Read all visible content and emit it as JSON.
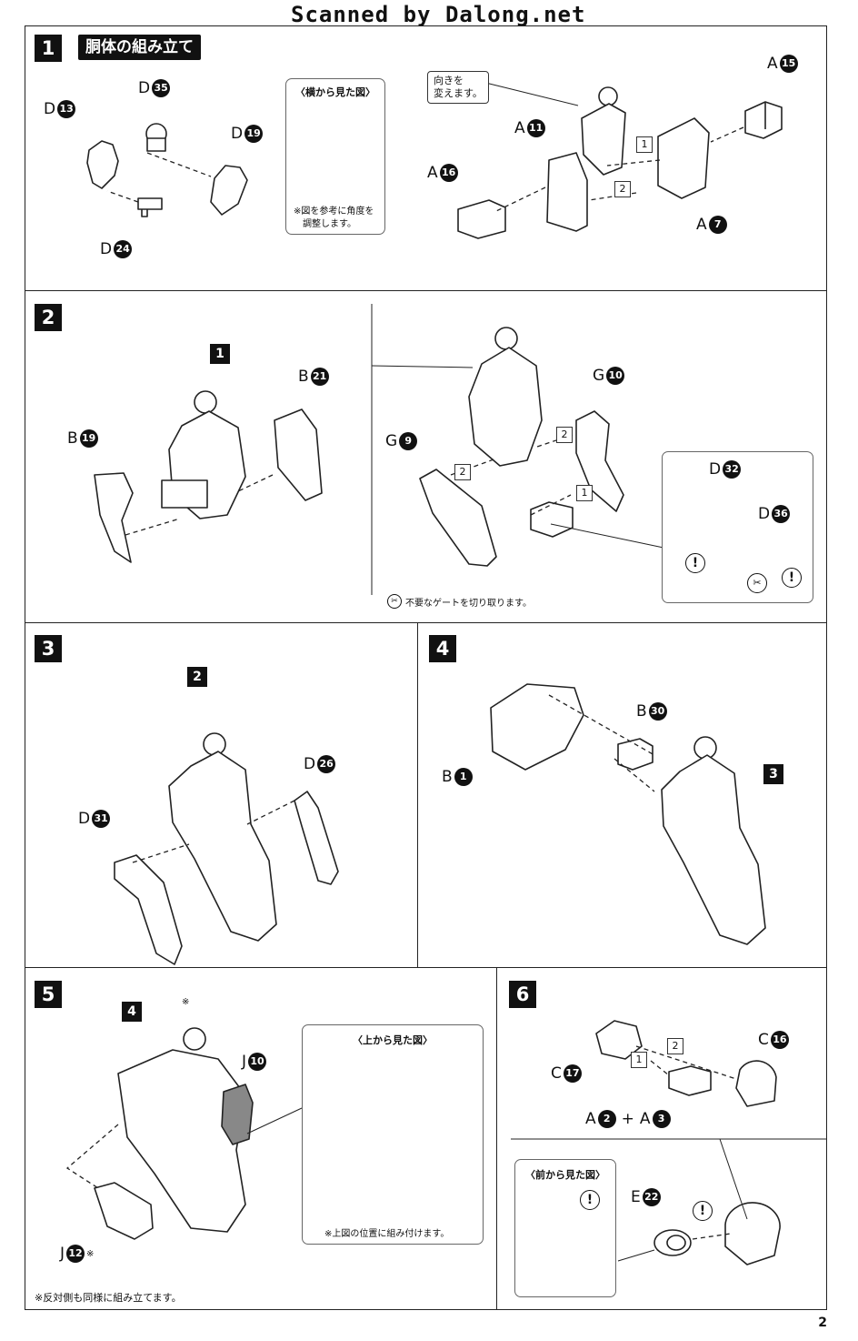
{
  "header": {
    "scan_credit": "Scanned by Dalong.net"
  },
  "page_number": "2",
  "steps": {
    "s1": {
      "num": "1",
      "title": "胴体の組み立て"
    },
    "s2": {
      "num": "2"
    },
    "s3": {
      "num": "3"
    },
    "s4": {
      "num": "4"
    },
    "s5": {
      "num": "5"
    },
    "s6": {
      "num": "6"
    }
  },
  "parts": {
    "d35": {
      "letter": "D",
      "n": "35"
    },
    "d13": {
      "letter": "D",
      "n": "13"
    },
    "d19": {
      "letter": "D",
      "n": "19"
    },
    "d24": {
      "letter": "D",
      "n": "24"
    },
    "a15": {
      "letter": "A",
      "n": "15"
    },
    "a11": {
      "letter": "A",
      "n": "11"
    },
    "a16": {
      "letter": "A",
      "n": "16"
    },
    "a7": {
      "letter": "A",
      "n": "7"
    },
    "b21": {
      "letter": "B",
      "n": "21"
    },
    "b19": {
      "letter": "B",
      "n": "19"
    },
    "g10": {
      "letter": "G",
      "n": "10"
    },
    "g9": {
      "letter": "G",
      "n": "9"
    },
    "d32": {
      "letter": "D",
      "n": "32"
    },
    "d36": {
      "letter": "D",
      "n": "36"
    },
    "d26": {
      "letter": "D",
      "n": "26"
    },
    "d31": {
      "letter": "D",
      "n": "31"
    },
    "b30": {
      "letter": "B",
      "n": "30"
    },
    "b1": {
      "letter": "B",
      "n": "1"
    },
    "j10": {
      "letter": "J",
      "n": "10"
    },
    "j12": {
      "letter": "J",
      "n": "12"
    },
    "c16": {
      "letter": "C",
      "n": "16"
    },
    "c17": {
      "letter": "C",
      "n": "17"
    },
    "a2": {
      "letter": "A",
      "n": "2"
    },
    "a3": {
      "letter": "A",
      "n": "3"
    },
    "e22": {
      "letter": "E",
      "n": "22"
    }
  },
  "refs": {
    "s2_ref": "1",
    "s3_ref": "2",
    "s4_ref": "3",
    "s5_ref": "4",
    "order1": "1",
    "order2": "2"
  },
  "notes": {
    "side_view_title": "〈横から見た図〉",
    "side_view_note_l1": "※図を参考に角度を",
    "side_view_note_l2": "調整します。",
    "orientation_l1": "向きを",
    "orientation_l2": "変えます。",
    "gate_note": "不要なゲートを切り取ります。",
    "top_view_title": "〈上から見た図〉",
    "top_view_note": "※上図の位置に組み付けます。",
    "both_sides_note": "※反対側も同様に組み立てます。",
    "asterisk": "※",
    "front_view_title": "〈前から見た図〉",
    "plus": "+",
    "excl": "!"
  },
  "colors": {
    "ink": "#111111",
    "line": "#222222",
    "grey": "#888888"
  }
}
